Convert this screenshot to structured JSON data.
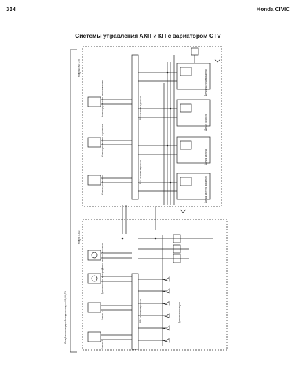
{
  "header": {
    "page_number": "334",
    "running_head": "Honda CIVIC"
  },
  "diagram": {
    "title": "Системы управления АКП и КП с вариатором CTV",
    "module_labels": {
      "engine_cvt": "Модуль с КП CTV",
      "at": "Модуль с АКП"
    },
    "bus_labels": [
      "ЭБУ силовых агрегатов",
      "ЭБУ силовых агрегатов",
      "ЭБУ силовых агрегатов"
    ],
    "sensor_labels": [
      "Клапан управления переключением",
      "Клапан управления сцеплением",
      "Клапан управления",
      "Датчик частоты вращения",
      "Датчик частоты вращения",
      "Клапан А",
      "Клапан В",
      "Датчик температуры"
    ],
    "solenoid_labels": [
      "Датчик частоты вращения",
      "Датчик скорости",
      "Датчик частоты",
      "Датчик частоты вращения"
    ],
    "side_note": "Свод боковых модулей к модели модели КЗ, КБ, ТВ"
  }
}
